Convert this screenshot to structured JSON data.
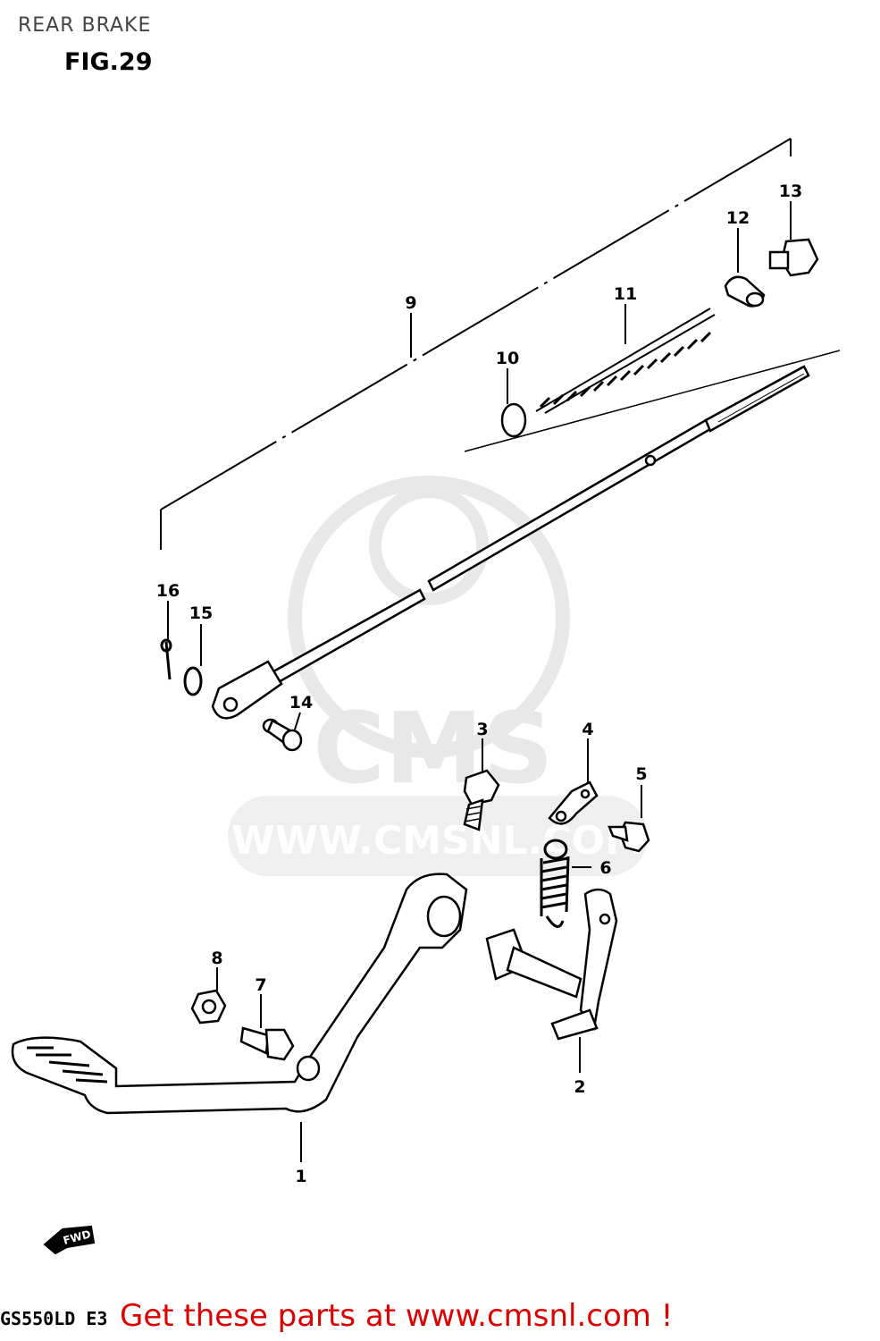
{
  "header": {
    "title": "REAR BRAKE",
    "figure": "FIG.29"
  },
  "callouts": [
    {
      "id": "1",
      "label": "1"
    },
    {
      "id": "2",
      "label": "2"
    },
    {
      "id": "3",
      "label": "3"
    },
    {
      "id": "4",
      "label": "4"
    },
    {
      "id": "5",
      "label": "5"
    },
    {
      "id": "6",
      "label": "6"
    },
    {
      "id": "7",
      "label": "7"
    },
    {
      "id": "8",
      "label": "8"
    },
    {
      "id": "9",
      "label": "9"
    },
    {
      "id": "10",
      "label": "10"
    },
    {
      "id": "11",
      "label": "11"
    },
    {
      "id": "12",
      "label": "12"
    },
    {
      "id": "13",
      "label": "13"
    },
    {
      "id": "14",
      "label": "14"
    },
    {
      "id": "15",
      "label": "15"
    },
    {
      "id": "16",
      "label": "16"
    }
  ],
  "watermark": {
    "brand": "CMS",
    "url": "WWW.CMSNL.COM"
  },
  "fwd_label": "FWD",
  "footer": {
    "model_code": "GS550LD E3",
    "promo": "Get these parts at www.cmsnl.com !"
  }
}
